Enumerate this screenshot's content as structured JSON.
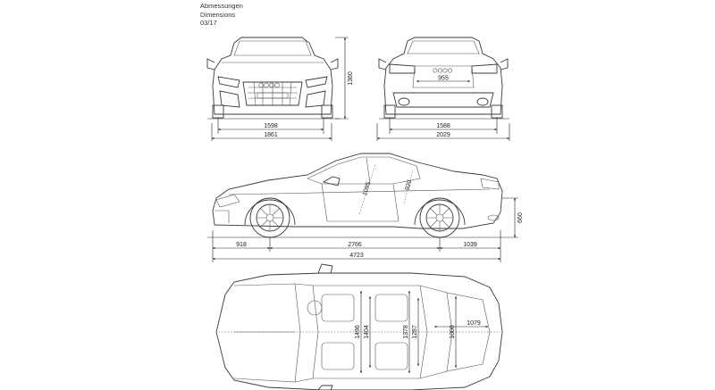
{
  "header": {
    "title_de": "Abmessungen",
    "title_en": "Dimensions",
    "date": "03/17"
  },
  "dimensions": {
    "front_height": "1360",
    "front_track": "1598",
    "front_width": "1861",
    "rear_track": "1588",
    "rear_width": "2029",
    "rear_trunk_width": "955",
    "side_headroom_front": "1095",
    "side_headroom_rear": "920",
    "side_front_overhang": "918",
    "side_wheelbase": "2766",
    "side_rear_overhang": "1039",
    "side_length": "4723",
    "side_load_height": "660",
    "top_shoulder_front": "1496",
    "top_elbow_front": "1404",
    "top_shoulder_rear": "1378",
    "top_elbow_rear": "1287",
    "top_trunk_width": "1000",
    "top_trunk_length": "1079"
  },
  "views": [
    "front-view",
    "rear-view",
    "side-view",
    "top-view"
  ]
}
